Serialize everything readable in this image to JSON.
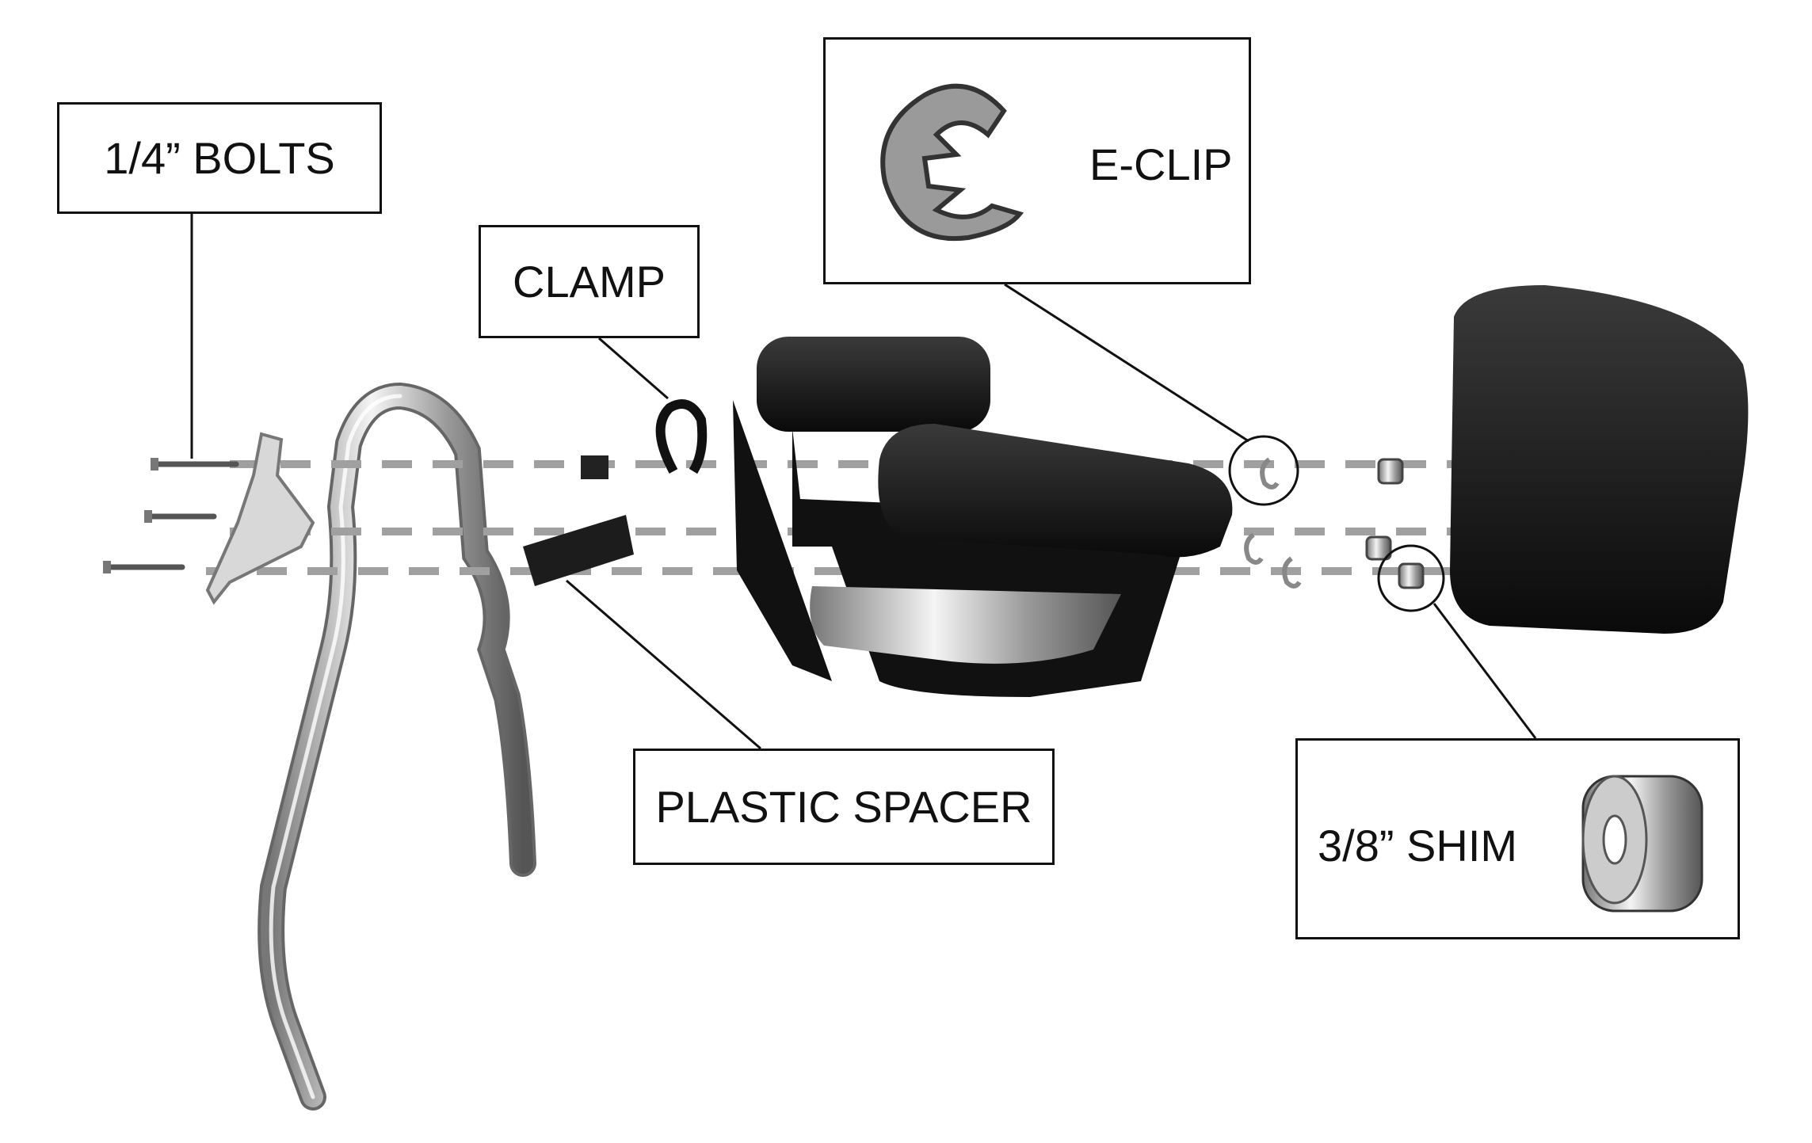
{
  "labels": {
    "bolts": "1/4” BOLTS",
    "clamp": "CLAMP",
    "eclip": "E-CLIP",
    "plastic_spacer": "PLASTIC SPACER",
    "shim": "3/8” SHIM"
  },
  "colors": {
    "dashed_line": "#a0a0a0",
    "seat": "#141414",
    "chrome": "#c8c8c8",
    "outline": "#111111"
  }
}
